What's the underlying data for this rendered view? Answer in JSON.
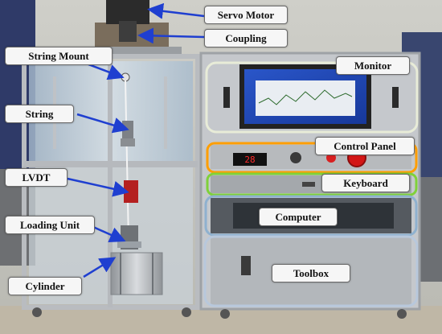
{
  "labels": {
    "servo_motor": "Servo Motor",
    "coupling": "Coupling",
    "string_mount": "String Mount",
    "string": "String",
    "lvdt": "LVDT",
    "loading_unit": "Loading Unit",
    "cylinder": "Cylinder",
    "monitor": "Monitor",
    "control_panel": "Control Panel",
    "keyboard": "Keyboard",
    "computer": "Computer",
    "toolbox": "Toolbox"
  },
  "colors": {
    "arrow": "#1f3fd0",
    "monitor_box": "#e8ecd8",
    "control_panel_box": "#ff9e00",
    "keyboard_box": "#7fd13a",
    "computer_box": "#8fb1cf",
    "toolbox_box": "#b8c8dc"
  },
  "screen_display": {
    "led_readout": "28"
  }
}
